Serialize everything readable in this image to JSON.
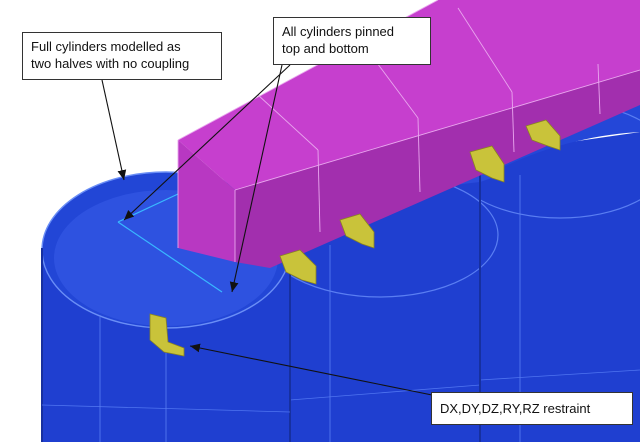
{
  "annotations": {
    "cylinders_halves": "Full cylinders modelled as\ntwo halves with no coupling",
    "pinned": "All cylinders pinned\ntop and bottom",
    "restraint": "DX,DY,DZ,RY,RZ restraint"
  },
  "colors": {
    "cylinder": "#1f3fd0",
    "cylinder_dark": "#17309f",
    "cylinder_rim": "#4f74f0",
    "beam_top": "#c63fce",
    "beam_side": "#a22fae",
    "beam_end": "#b838c2",
    "bracket": "#c9c33a",
    "wireframe": "#ffffff",
    "selection_line": "#39b8ff"
  },
  "icons": [
    "arrow-icon",
    "bracket-icon"
  ]
}
